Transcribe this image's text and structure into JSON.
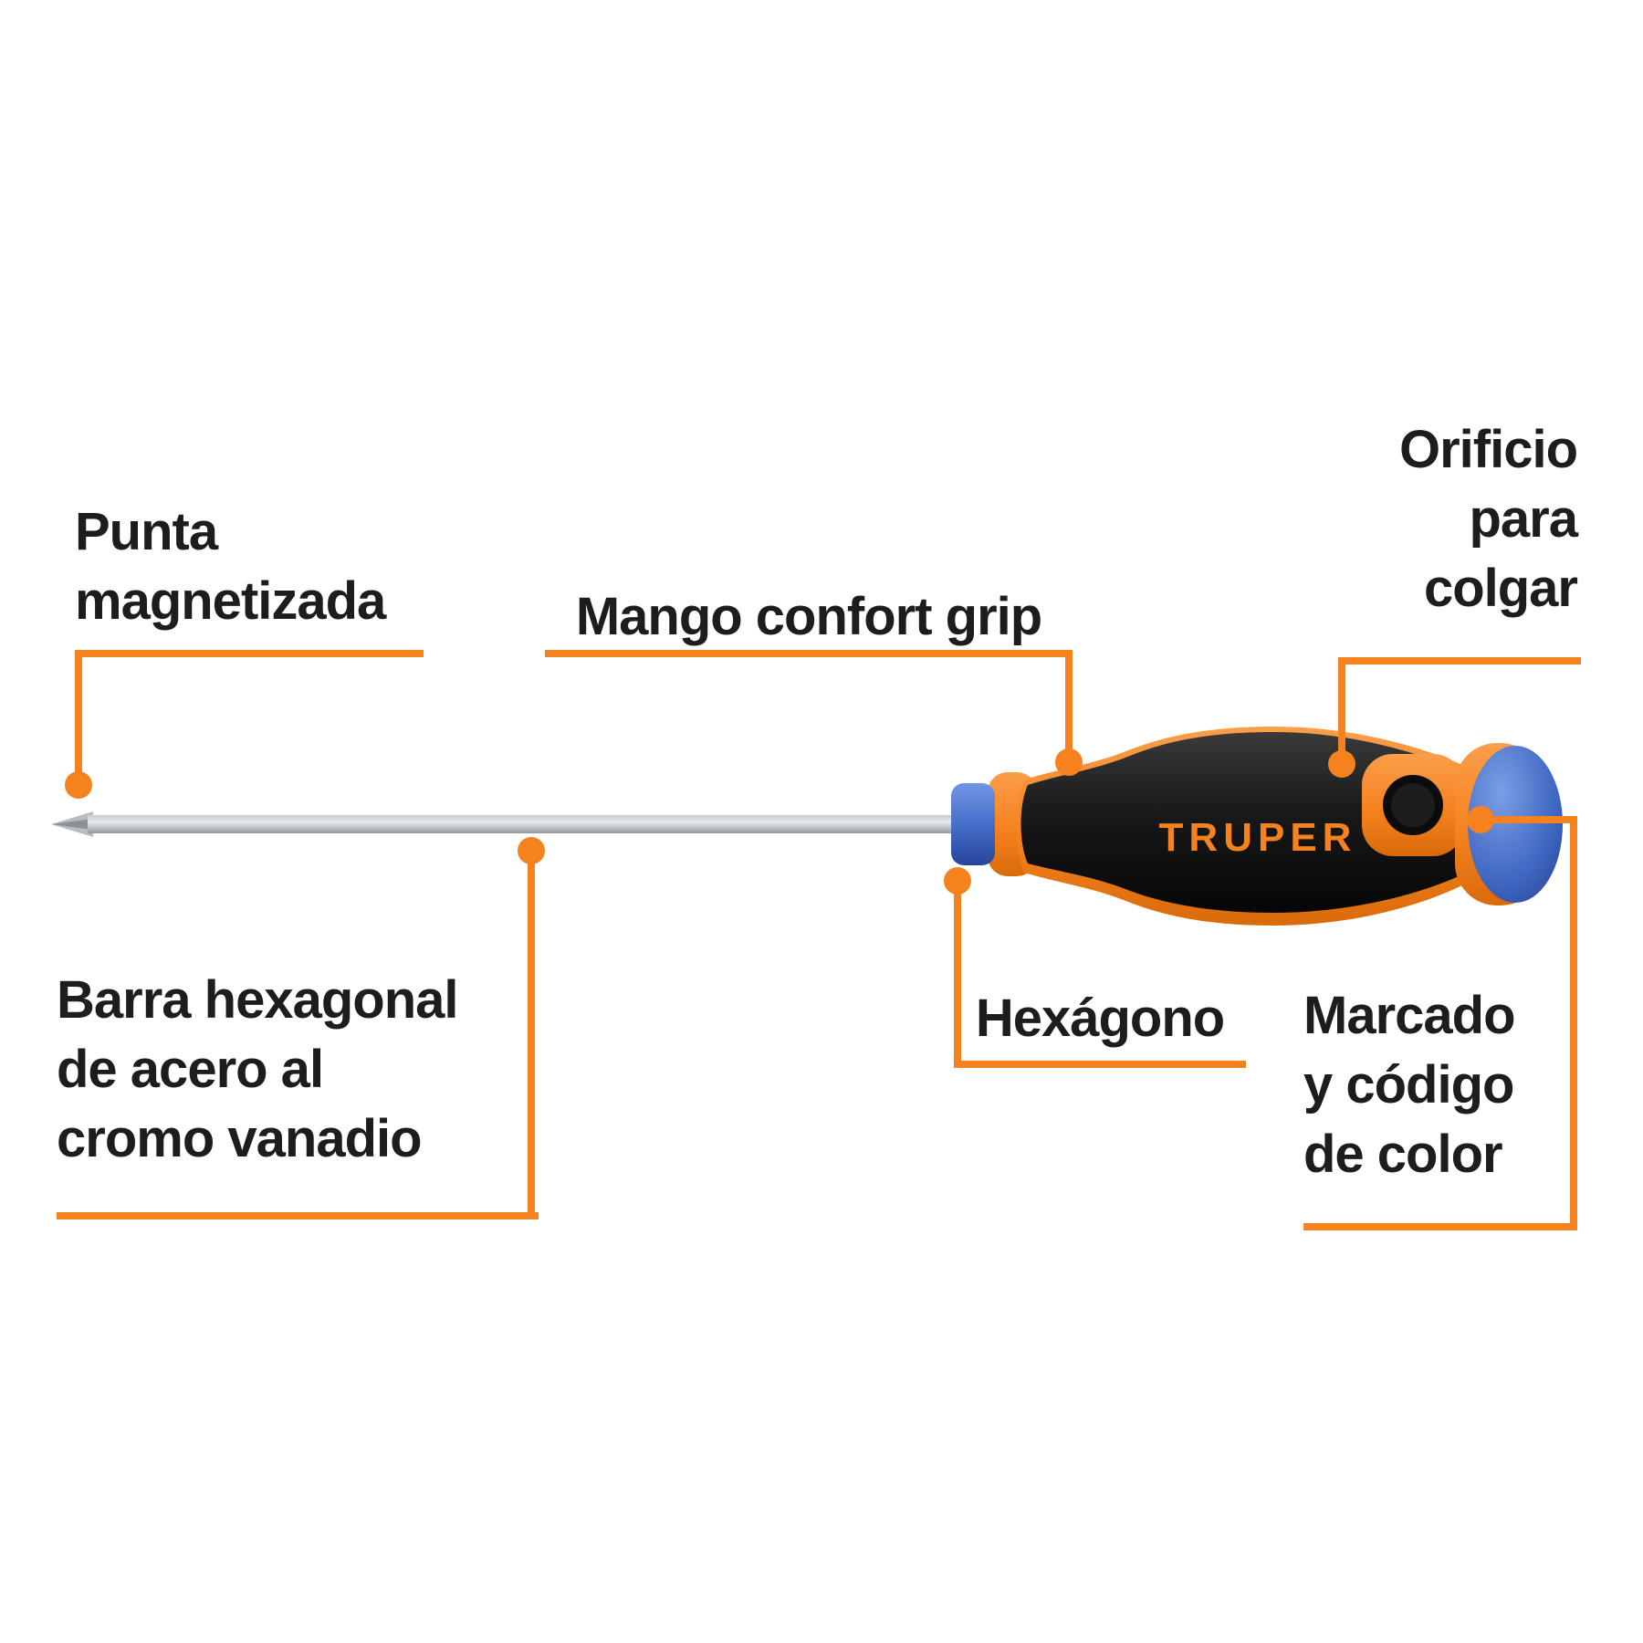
{
  "brand": "TRUPER",
  "colors": {
    "accent": "#F5821F",
    "ink": "#1D1D1D",
    "blue": "#466FC9",
    "steel": "#B7BCBE",
    "handle_black": "#141414"
  },
  "callouts": {
    "punta": {
      "line1": "Punta",
      "line2": "magnetizada"
    },
    "mango": {
      "label": "Mango confort grip"
    },
    "orificio": {
      "line1": "Orificio",
      "line2": "para",
      "line3": "colgar"
    },
    "barra": {
      "line1": "Barra hexagonal",
      "line2": "de acero al",
      "line3": "cromo vanadio"
    },
    "hexagono": {
      "label": "Hexágono"
    },
    "marcado": {
      "line1": "Marcado",
      "line2": "y código",
      "line3": "de color"
    }
  }
}
